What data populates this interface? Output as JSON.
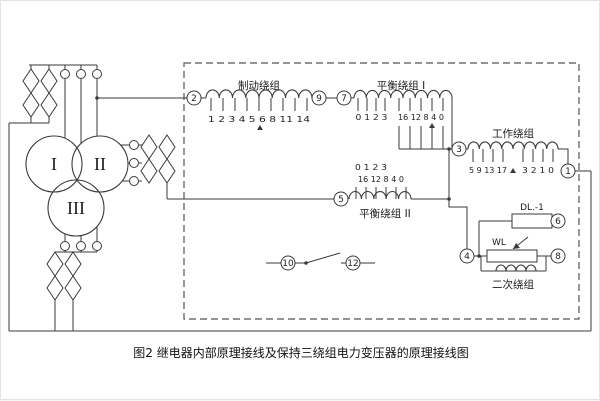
{
  "caption": "图2 继电器内部原理接线及保持三绕组电力变压器的原理接线图",
  "relay_box": {
    "windings": {
      "braking_label": "制动绕组",
      "balance1_label": "平衡绕组 I",
      "balance2_label": "平衡绕组 II",
      "working_label": "工作绕组",
      "secondary_label": "二次绕组"
    },
    "taps": {
      "braking": "1 2 3 4 5 6 8 11 14",
      "balance1_left": "0 1 2 3",
      "balance1_right": "16 12 8 4 0",
      "balance2_left": "0 1 2 3",
      "balance2_right": "16 12 8 4 0",
      "working_left": "5 9 13 17",
      "working_right": "3 2 1 0"
    },
    "components": {
      "relay_label": "DL.-1",
      "resistor_label": "WL"
    },
    "terminals": {
      "t1": "1",
      "t2": "2",
      "t3": "3",
      "t4": "4",
      "t5": "5",
      "t6": "6",
      "t7": "7",
      "t8": "8",
      "t9": "9",
      "t10": "10",
      "t12": "12"
    }
  },
  "transformer": {
    "winding1": "I",
    "winding2": "II",
    "winding3": "III"
  },
  "colors": {
    "line": "#3a3a3a",
    "background": "#ffffff"
  }
}
